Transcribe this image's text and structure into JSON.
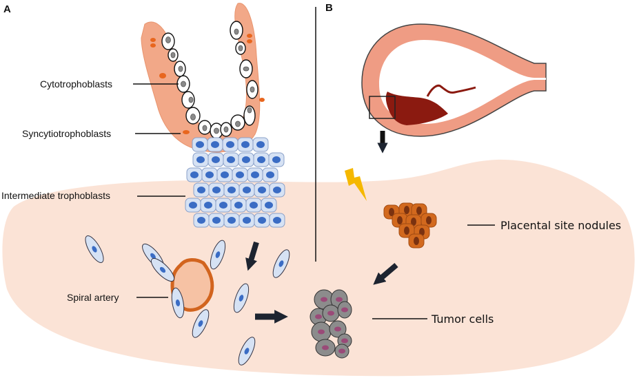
{
  "figure": {
    "panels": [
      {
        "id": "A",
        "label": "A"
      },
      {
        "id": "B",
        "label": "B"
      }
    ],
    "panel_a": {
      "labels": {
        "cytotrophoblasts": "Cytotrophoblasts",
        "syncytiotrophoblasts": "Syncytiotrophoblasts",
        "intermediate_trophoblasts": "Intermediate trophoblasts",
        "spiral_artery": "Spiral artery"
      }
    },
    "panel_b": {
      "labels": {
        "placental_site_nodules": "Placental site nodules",
        "tumor_cells": "Tumor cells"
      }
    },
    "colors": {
      "tissue": "#fbe3d6",
      "syncytio": "#f2a888",
      "syncytio_nucleus": "#e8661e",
      "cyto_nucleus": "#8a8a8a",
      "intermediate_cell": "#d6e2f4",
      "intermediate_nucleus": "#3a6cc4",
      "artery_wall": "#d2641e",
      "artery_lumen": "#f6c2a4",
      "nodule_cell": "#d2691e",
      "nodule_nucleus": "#7a3210",
      "tumor_cell": "#8c8c8c",
      "tumor_nucleus": "#9a4a78",
      "uterus_wall": "#ef9c84",
      "clot": "#8b1a10",
      "lightning": "#f5b800",
      "arrow": "#1d2430"
    }
  }
}
